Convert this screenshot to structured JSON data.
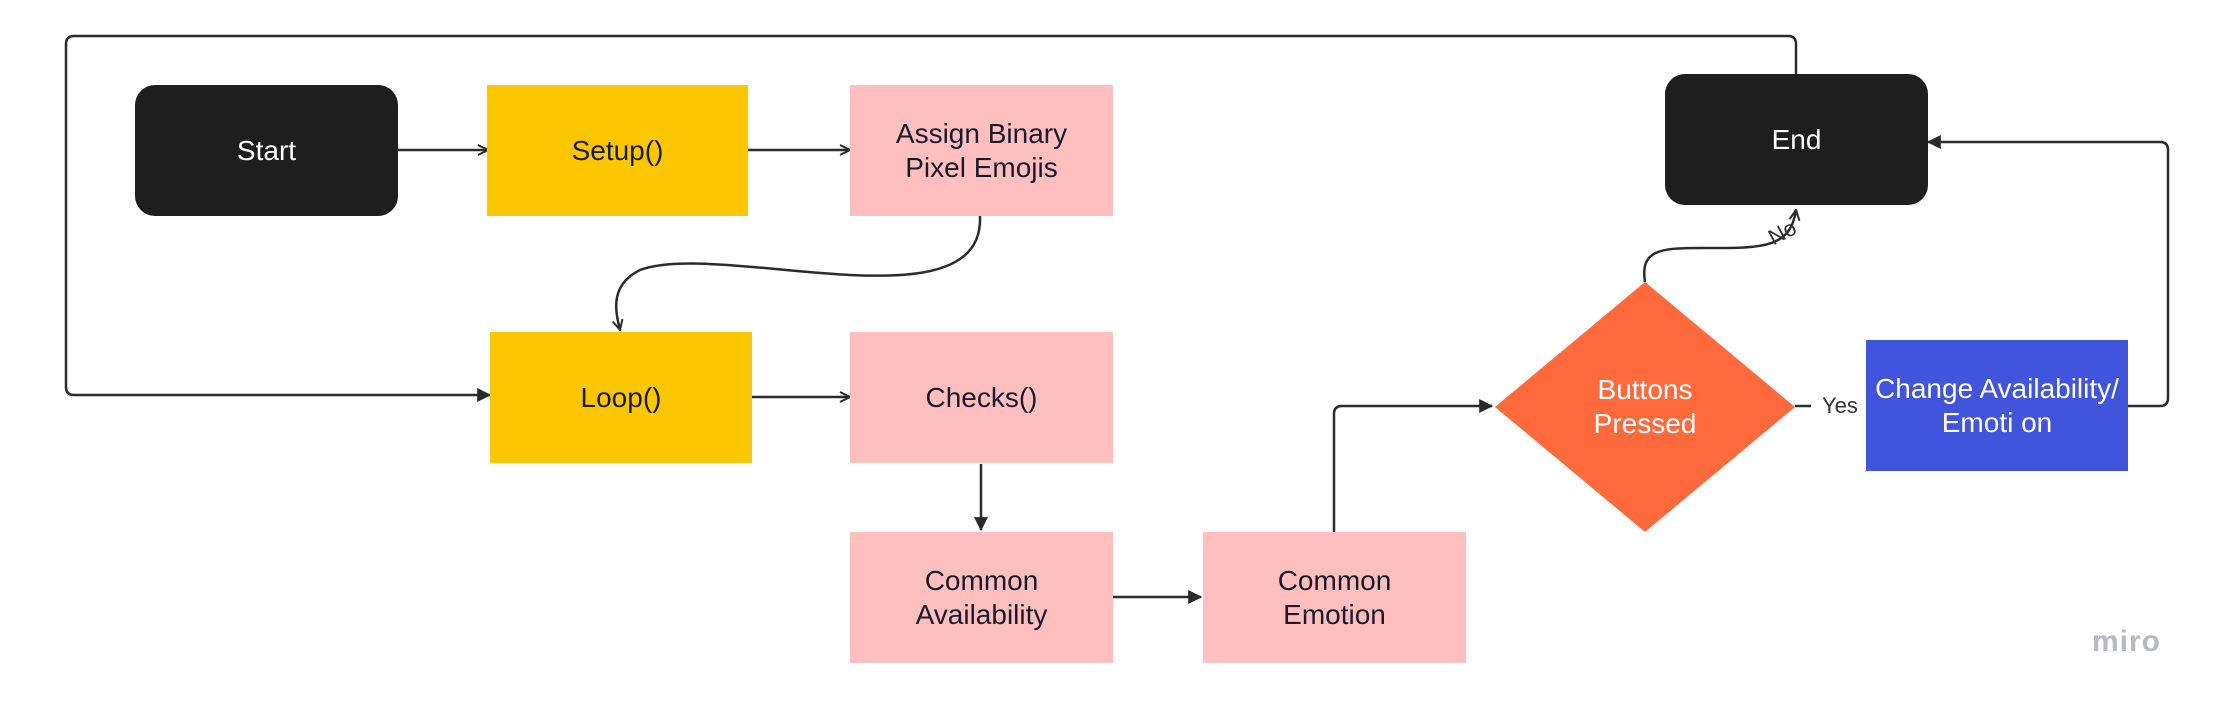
{
  "nodes": {
    "start": "Start",
    "setup": "Setup()",
    "assign": "Assign Binary Pixel Emojis",
    "loop": "Loop()",
    "checks": "Checks()",
    "common_availability": "Common Availability",
    "common_emotion": "Common Emotion",
    "buttons_pressed": "Buttons Pressed",
    "change": "Change Availability/Emoti on",
    "end": "End"
  },
  "edge_labels": {
    "no": "No",
    "yes": "Yes"
  },
  "brand": "miro",
  "colors": {
    "terminal": "#1e1e1e",
    "function": "#fcc600",
    "process": "#ffbfbf",
    "decision": "#ff6a3d",
    "action": "#4054dc",
    "connector": "#2b2b2b"
  }
}
